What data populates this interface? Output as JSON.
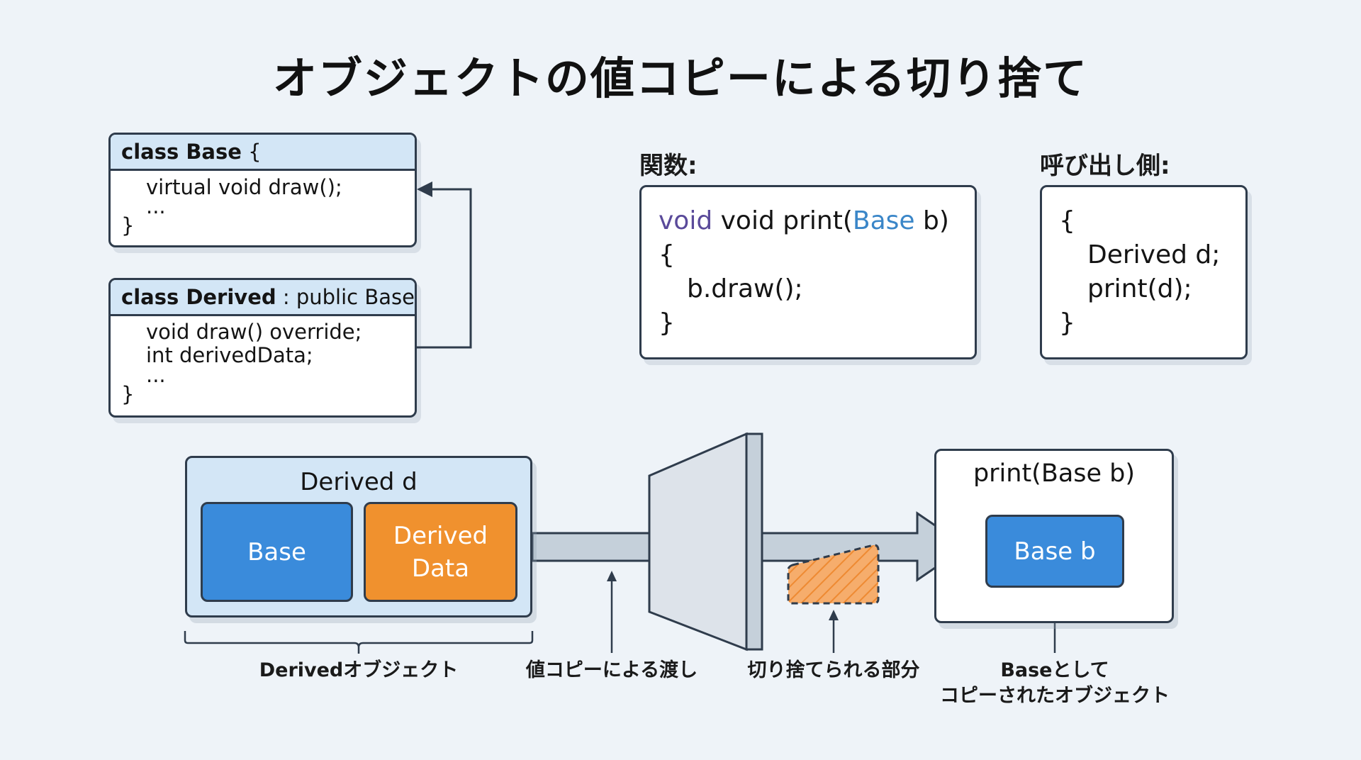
{
  "title": "オブジェクトの値コピーによる切り捨て",
  "class_base": {
    "header_keyword": "class Base",
    "header_rest": " {",
    "lines": [
      "virtual void draw();",
      "...",
      "}"
    ]
  },
  "class_derived": {
    "header_keyword": "class Derived",
    "header_rest": " : public Base {",
    "lines": [
      "void draw() override;",
      "int derivedData;",
      "...",
      "}"
    ]
  },
  "function_section": {
    "label": "関数:",
    "code": {
      "line1_void": "void",
      "line1_mid": " void print(",
      "line1_type": "Base",
      "line1_end": " b)",
      "line2": "{",
      "line3": "b.draw();",
      "line4": "}"
    }
  },
  "caller_section": {
    "label": "呼び出し側:",
    "code": [
      "{",
      "Derived d;",
      "print(d);",
      "}"
    ]
  },
  "diagram": {
    "derived_object": {
      "title": "Derived d",
      "base_part": "Base",
      "derived_part_line1": "Derived",
      "derived_part_line2": "Data"
    },
    "print_function": {
      "title": "print(Base b)",
      "param": "Base b"
    },
    "captions": {
      "derived_object": "Derivedオブジェクト",
      "pass_by_value": "値コピーによる渡し",
      "sliced_part": "切り捨てられる部分",
      "copied_line1": "Baseとして",
      "copied_line2": "コピーされたオブジェクト"
    },
    "colors": {
      "base_blue": "#3a8bdb",
      "derived_orange": "#f0912e",
      "header_light_blue": "#d3e6f6",
      "outline": "#2f3c4c",
      "arrow_fill": "#c5d0da"
    }
  }
}
